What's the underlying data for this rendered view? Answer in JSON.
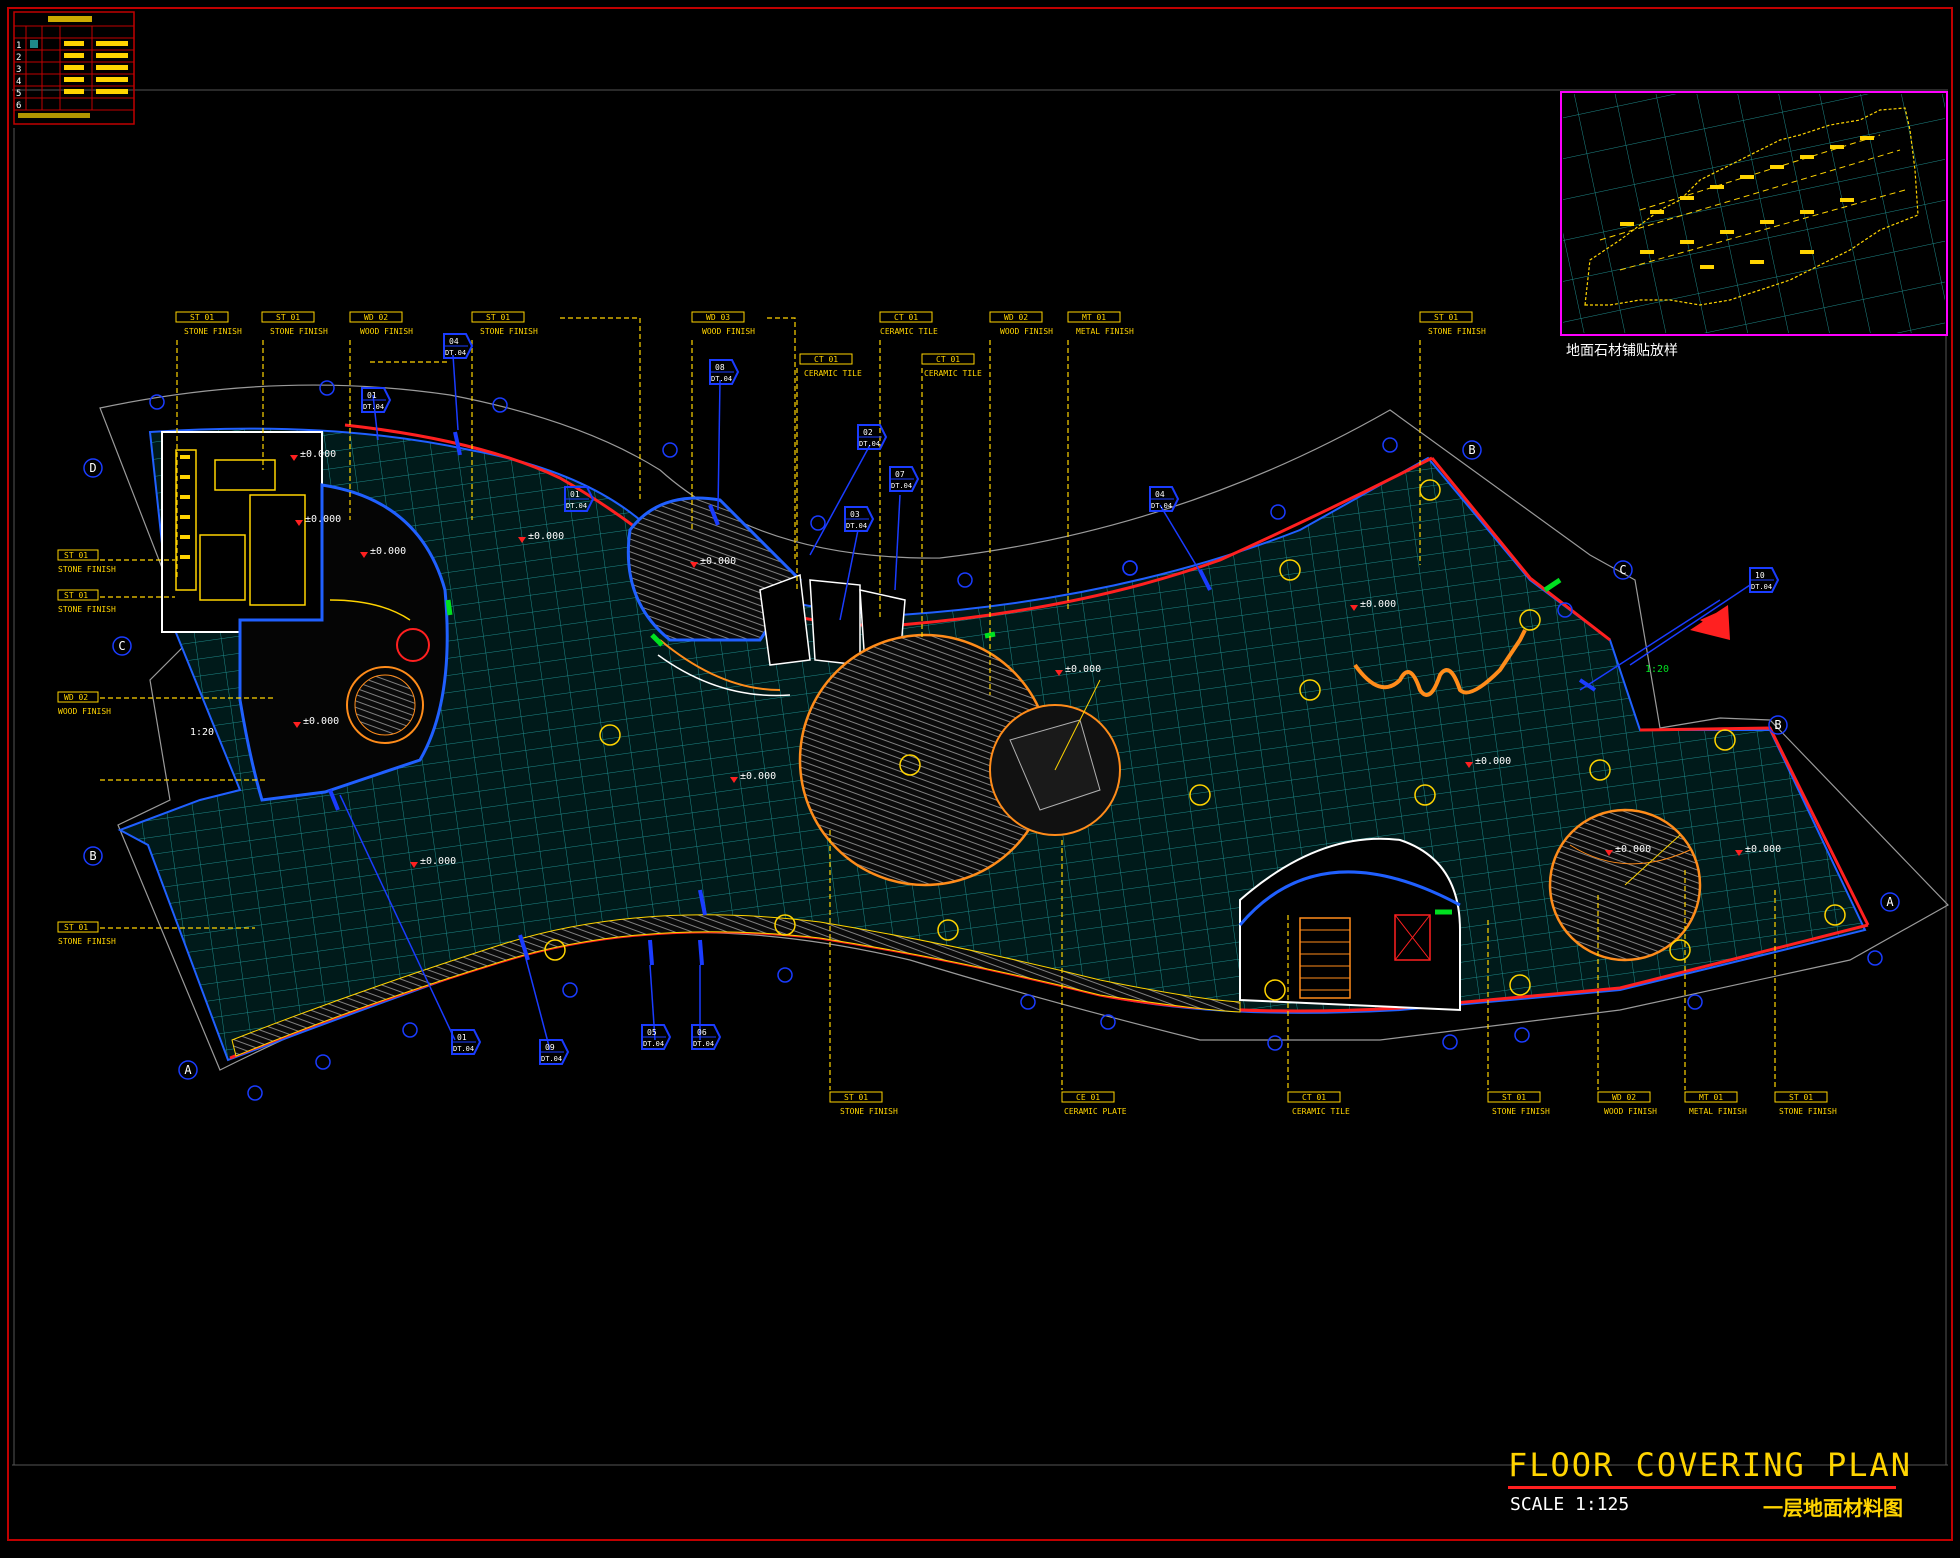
{
  "drawing": {
    "title": "FLOOR COVERING PLAN",
    "scale": "SCALE 1:125",
    "title_cn": "一层地面材料图",
    "inset_caption": "地面石材铺贴放样",
    "scale_note_left": "1:20",
    "scale_note_right": "1:20"
  },
  "colors": {
    "frame": "#c00000",
    "floor_grid": "#1e8a8a",
    "wall_outline": "#ffffff",
    "accent_red": "#ff2020",
    "leader_yellow": "#ffd400",
    "tag_blue": "#1a3cff",
    "orange_feature": "#ff8c1a",
    "inset_border": "#ff00ff"
  },
  "legend": {
    "rows": [
      "1",
      "2",
      "3",
      "4",
      "5",
      "6"
    ]
  },
  "material_tags_top": [
    {
      "code": "ST  01",
      "label": "STONE FINISH"
    },
    {
      "code": "ST  01",
      "label": "STONE FINISH"
    },
    {
      "code": "WD  02",
      "label": "WOOD FINISH"
    },
    {
      "code": "ST  01",
      "label": "STONE FINISH"
    },
    {
      "code": "WD  03",
      "label": "WOOD FINISH"
    },
    {
      "code": "CT  01",
      "label": "CERAMIC TILE"
    },
    {
      "code": "CT  01",
      "label": "CERAMIC TILE"
    },
    {
      "code": "CT  01",
      "label": "CERAMIC TILE"
    },
    {
      "code": "WD  02",
      "label": "WOOD FINISH"
    },
    {
      "code": "MT  01",
      "label": "METAL FINISH"
    },
    {
      "code": "ST  01",
      "label": "STONE FINISH"
    }
  ],
  "material_tags_left": [
    {
      "code": "ST  01",
      "label": "STONE FINISH"
    },
    {
      "code": "ST  01",
      "label": "STONE FINISH"
    },
    {
      "code": "WD  02",
      "label": "WOOD FINISH"
    },
    {
      "code": "ST  01",
      "label": "STONE FINISH"
    }
  ],
  "material_tags_bottom": [
    {
      "code": "ST  01",
      "label": "STONE FINISH"
    },
    {
      "code": "CE  01",
      "label": "CERAMIC PLATE"
    },
    {
      "code": "CT  01",
      "label": "CERAMIC TILE"
    },
    {
      "code": "ST  01",
      "label": "STONE FINISH"
    },
    {
      "code": "WD  02",
      "label": "WOOD FINISH"
    },
    {
      "code": "MT  01",
      "label": "METAL FINISH"
    },
    {
      "code": "ST  01",
      "label": "STONE FINISH"
    }
  ],
  "level_marks": [
    "±0.000",
    "±0.000",
    "±0.000",
    "±0.000",
    "±0.000",
    "±0.000",
    "±0.000",
    "±0.000",
    "±0.000",
    "±0.000",
    "±0.000",
    "±0.000",
    "±0.000"
  ],
  "detail_tags": [
    {
      "num": "01",
      "sheet": "DT.04"
    },
    {
      "num": "04",
      "sheet": "DT.04"
    },
    {
      "num": "08",
      "sheet": "DT.04"
    },
    {
      "num": "01",
      "sheet": "DT.04"
    },
    {
      "num": "02",
      "sheet": "DT.04"
    },
    {
      "num": "03",
      "sheet": "DT.04"
    },
    {
      "num": "07",
      "sheet": "DT.04"
    },
    {
      "num": "04",
      "sheet": "DT.04"
    },
    {
      "num": "10",
      "sheet": "DT.04"
    },
    {
      "num": "01",
      "sheet": "DT.04"
    },
    {
      "num": "09",
      "sheet": "DT.04"
    },
    {
      "num": "05",
      "sheet": "DT.04"
    },
    {
      "num": "06",
      "sheet": "DT.04"
    }
  ],
  "grid_bubbles": [
    "D",
    "C",
    "B",
    "A",
    "B",
    "C",
    "B",
    "A"
  ]
}
